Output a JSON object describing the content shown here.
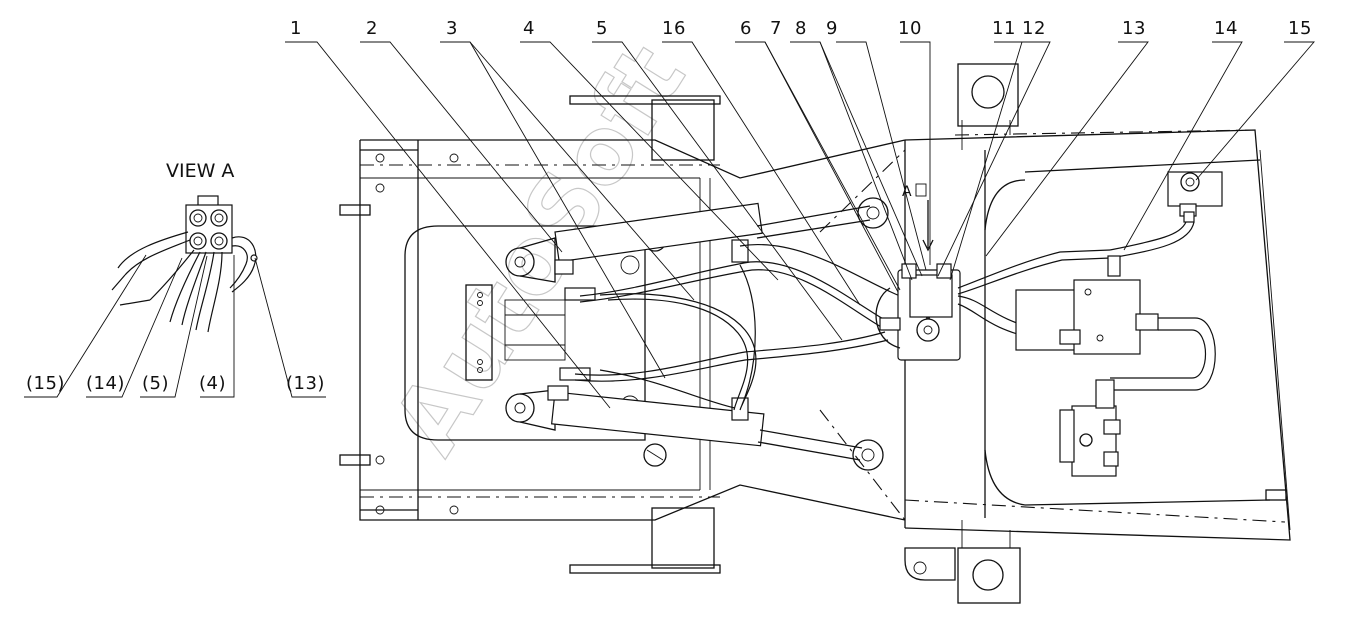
{
  "diagram": {
    "view_label": "VIEW A",
    "arrow_label": "A",
    "watermark": "AutoSoft",
    "top_callouts": [
      "1",
      "2",
      "3",
      "4",
      "5",
      "16",
      "6",
      "7",
      "8",
      "9",
      "10",
      "11",
      "12",
      "13",
      "14",
      "15"
    ],
    "view_callouts": [
      "(15)",
      "(14)",
      "(5)",
      "(4)",
      "(13)"
    ]
  }
}
